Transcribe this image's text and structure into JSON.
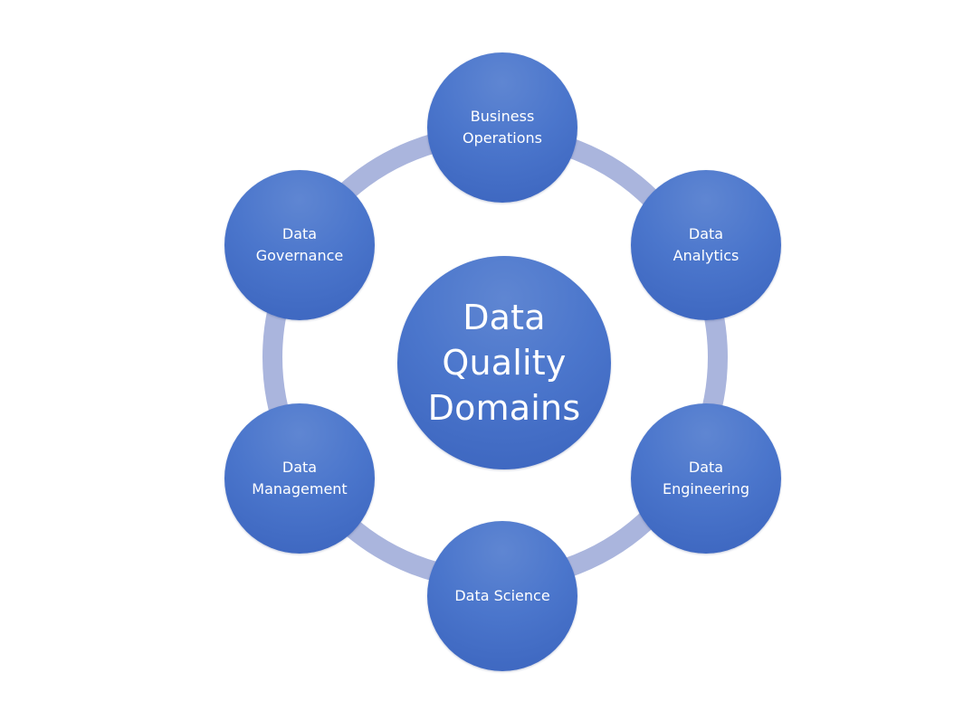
{
  "diagram": {
    "center": {
      "label": "Data\nQuality\nDomains"
    },
    "nodes": [
      {
        "id": "business-operations",
        "label": "Business\nOperations"
      },
      {
        "id": "data-analytics",
        "label": "Data\nAnalytics"
      },
      {
        "id": "data-engineering",
        "label": "Data\nEngineering"
      },
      {
        "id": "data-science",
        "label": "Data Science"
      },
      {
        "id": "data-management",
        "label": "Data\nManagement"
      },
      {
        "id": "data-governance",
        "label": "Data\nGovernance"
      }
    ]
  },
  "colors": {
    "node_fill": "#4b76cc",
    "ring": "#aab5dd",
    "text": "#ffffff",
    "background": "#ffffff"
  }
}
